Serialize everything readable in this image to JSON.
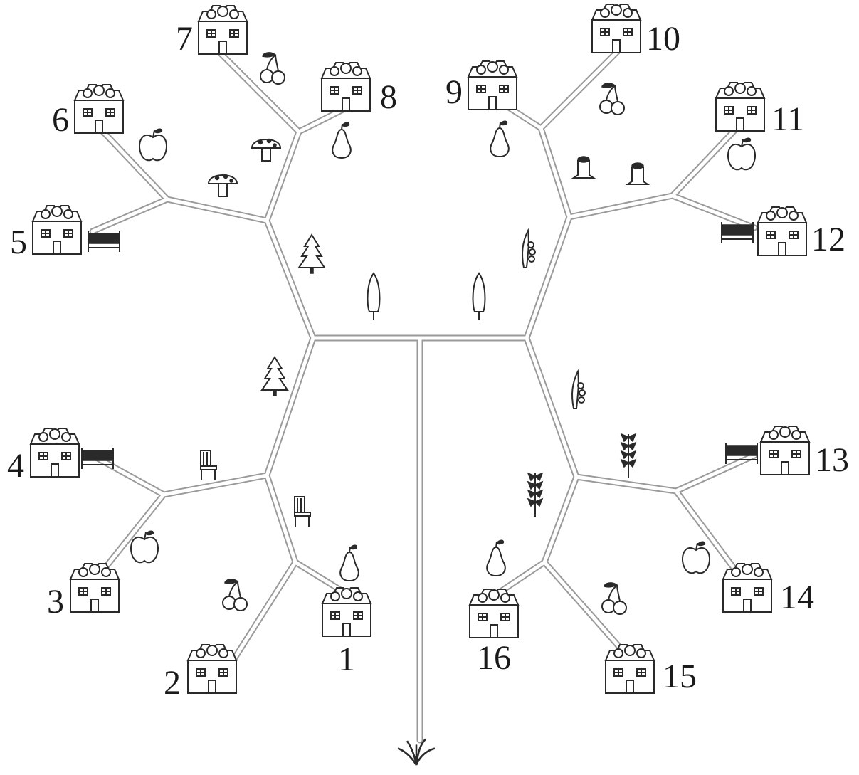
{
  "houses": [
    {
      "label": "1"
    },
    {
      "label": "2"
    },
    {
      "label": "3"
    },
    {
      "label": "4"
    },
    {
      "label": "5"
    },
    {
      "label": "6"
    },
    {
      "label": "7"
    },
    {
      "label": "8"
    },
    {
      "label": "9"
    },
    {
      "label": "10"
    },
    {
      "label": "11"
    },
    {
      "label": "12"
    },
    {
      "label": "13"
    },
    {
      "label": "14"
    },
    {
      "label": "15"
    },
    {
      "label": "16"
    }
  ],
  "road_marker_icons": [
    "grass-icon",
    "fir-tree-icon",
    "poplar-tree-icon",
    "chair-icon",
    "bench-icon",
    "apple-icon",
    "pear-icon",
    "cherry-icon",
    "mushroom-icon",
    "tree-stump-icon",
    "lily-of-the-valley-icon",
    "wheat-icon"
  ],
  "colors": {
    "ink": "#2a2a2a",
    "road": "#9a9a9a",
    "background": "#ffffff"
  }
}
